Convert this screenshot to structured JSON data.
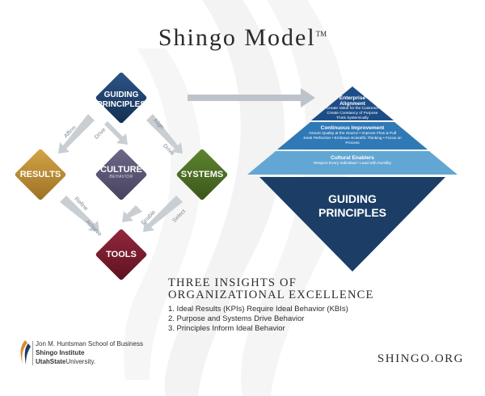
{
  "title": {
    "text": "Shingo Model",
    "tm": "TM"
  },
  "diamond_model": {
    "nodes": {
      "guiding_principles": {
        "line1": "GUIDING",
        "line2": "PRINCIPLES",
        "color": "#1c3e66"
      },
      "results": {
        "label": "RESULTS",
        "color": "#b98a2e"
      },
      "culture": {
        "label": "CULTURE",
        "sublabel": "BEHAVIOR",
        "color": "#5a5474"
      },
      "systems": {
        "label": "SYSTEMS",
        "color": "#4a6b23"
      },
      "tools": {
        "label": "TOOLS",
        "color": "#7a1a2c"
      }
    },
    "arrows": {
      "affirm": "Affirm",
      "drive_upper_left": "Drive",
      "align": "Align",
      "drive_upper_right": "Drive",
      "refine": "Refine",
      "achieve": "Achieve",
      "enable": "Enable",
      "select": "Select"
    }
  },
  "pyramid": {
    "tiers": [
      {
        "title": "Enterprise Alignment",
        "lines": [
          "Create Value for the Customer",
          "Create Constancy of Purpose",
          "Think Systemically"
        ],
        "color": "#1c4d86"
      },
      {
        "title": "Continuous Improvement",
        "lines": [
          "Assure Quality at the Source • Improve Flow & Pull",
          "Seek Perfection • Embrace Scientific Thinking • Focus on Process"
        ],
        "color": "#2f79b7"
      },
      {
        "title": "Cultural Enablers",
        "lines": [
          "Respect Every Individual • Lead with Humility"
        ],
        "color": "#62a7d4"
      }
    ],
    "base": {
      "line1": "GUIDING",
      "line2": "PRINCIPLES",
      "color": "#1c3e66"
    }
  },
  "insights": {
    "heading_line1": "THREE INSIGHTS OF",
    "heading_line2": "ORGANIZATIONAL EXCELLENCE",
    "items": [
      "1. Ideal Results (KPIs) Require Ideal Behavior (KBIs)",
      "2. Purpose and Systems Drive Behavior",
      "3. Principles Inform Ideal Behavior"
    ]
  },
  "footer": {
    "school": "Jon M. Huntsman School of Business",
    "institute": "Shingo Institute",
    "university_bold": "UtahState",
    "university_rest": "University."
  },
  "website": "SHINGO.ORG"
}
